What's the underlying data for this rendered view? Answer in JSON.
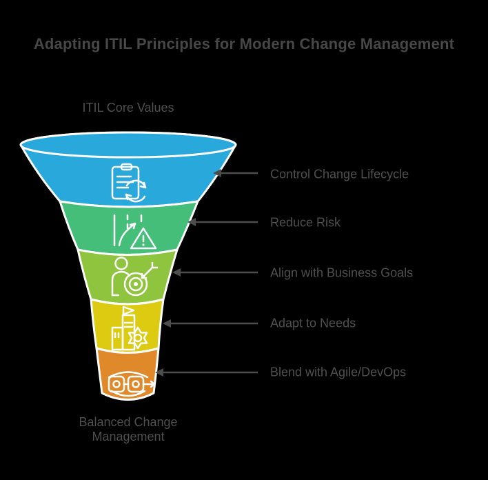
{
  "title": "Adapting ITIL Principles for Modern Change Management",
  "funnel": {
    "top_caption": "ITIL Core Values",
    "bottom_caption": "Balanced Change Management",
    "segments": [
      {
        "label": "Control Change Lifecycle",
        "color": "#29A8DC",
        "icon": "clipboard-refresh-icon"
      },
      {
        "label": "Reduce Risk",
        "color": "#44BE78",
        "icon": "road-warning-icon"
      },
      {
        "label": "Align with Business Goals",
        "color": "#8FC43E",
        "icon": "person-target-icon"
      },
      {
        "label": "Adapt to Needs",
        "color": "#DCCB10",
        "icon": "building-gear-icon"
      },
      {
        "label": "Blend with Agile/DevOps",
        "color": "#E0892B",
        "icon": "integration-cycle-icon"
      }
    ]
  },
  "colors": {
    "background": "#000000",
    "title_text": "#474747",
    "caption_text": "#4F4F4F",
    "label_text": "#4F4F4F",
    "arrow": "#4D4D4D",
    "outline": "#FFFFFF"
  }
}
